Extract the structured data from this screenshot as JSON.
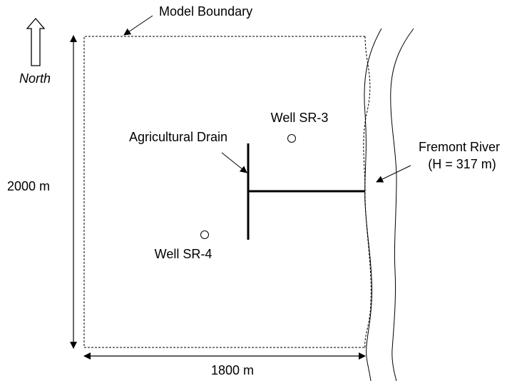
{
  "labels": {
    "model_boundary": "Model Boundary",
    "north": "North",
    "dim_vertical": "2000 m",
    "dim_horizontal": "1800 m",
    "agricultural_drain": "Agricultural Drain",
    "well_sr3": "Well SR-3",
    "well_sr4": "Well SR-4",
    "river_name": "Fremont River",
    "river_head": "(H = 317 m)"
  },
  "colors": {
    "line": "#000000",
    "background": "#ffffff"
  },
  "icons": {
    "north_arrow": "north-arrow-icon",
    "well_marker": "circle-marker-icon"
  }
}
